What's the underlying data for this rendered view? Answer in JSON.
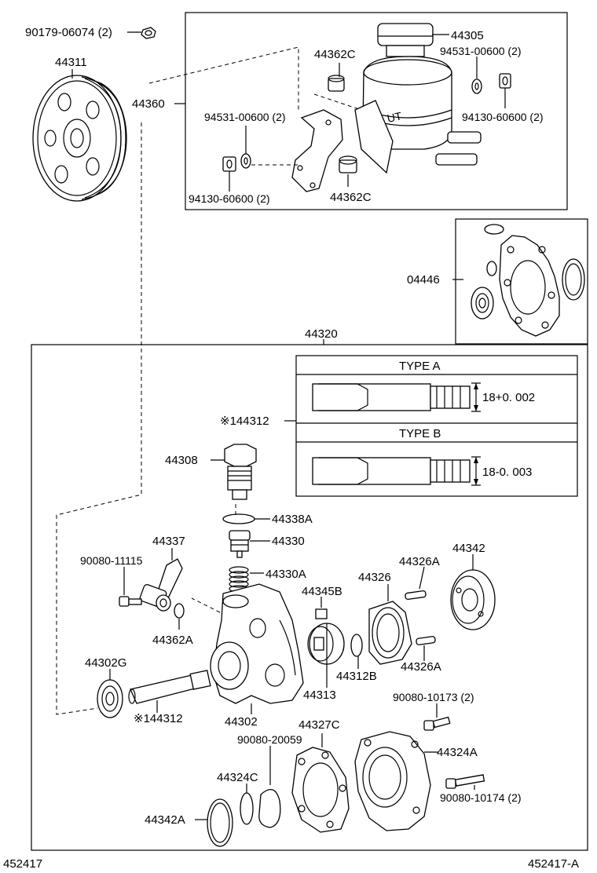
{
  "labels": {
    "p90179": "90179-06074 (2)",
    "p44311": "44311",
    "p44360": "44360",
    "p44305": "44305",
    "p44362c_top": "44362C",
    "p94531_right": "94531-00600 (2)",
    "p94130_right": "94130-60600 (2)",
    "p94531_left": "94531-00600 (2)",
    "p94130_left": "94130-60600 (2)",
    "p44362c_bottom": "44362C",
    "p04446": "04446",
    "p44320": "44320",
    "type_a": "TYPE  A",
    "type_a_dim": "18+0. 002",
    "type_b": "TYPE  B",
    "type_b_dim": "18-0. 003",
    "p144312_top": "※144312",
    "p44308": "44308",
    "p44338a": "44338A",
    "p44330": "44330",
    "p44330a": "44330A",
    "p44337": "44337",
    "p90080_11115": "90080-11115",
    "p44362a": "44362A",
    "p44345b": "44345B",
    "p44326": "44326",
    "p44326a_top": "44326A",
    "p44342": "44342",
    "p44326a_bottom": "44326A",
    "p44312b": "44312B",
    "p44313": "44313",
    "p44302g": "44302G",
    "p144312_bottom": "※144312",
    "p44302": "44302",
    "p90080_10173": "90080-10173 (2)",
    "p90080_20059": "90080-20059",
    "p44327c": "44327C",
    "p44324a": "44324A",
    "p44324c": "44324C",
    "p44342a": "44342A",
    "p90080_10174": "90080-10174 (2)",
    "footer_left": "452417",
    "footer_right": "452417-A"
  }
}
